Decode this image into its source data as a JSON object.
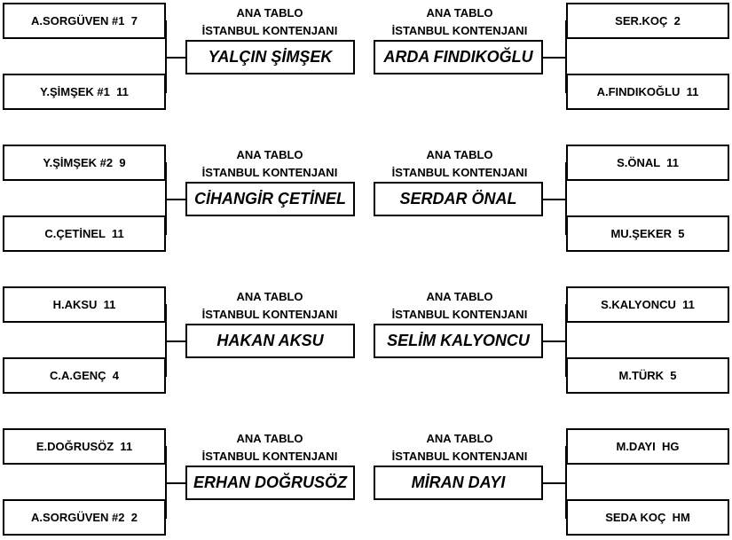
{
  "caption": {
    "line1": "ANA TABLO",
    "line2": "İSTANBUL KONTENJANI"
  },
  "left_matches": [
    {
      "top": "A.SORGÜVEN #1  7",
      "bottom": "Y.ŞİMŞEK #1  11",
      "winner": "YALÇIN ŞİMŞEK"
    },
    {
      "top": "Y.ŞİMŞEK #2  9",
      "bottom": "C.ÇETİNEL  11",
      "winner": "CİHANGİR ÇETİNEL"
    },
    {
      "top": "H.AKSU  11",
      "bottom": "C.A.GENÇ  4",
      "winner": "HAKAN AKSU"
    },
    {
      "top": "E.DOĞRUSÖZ  11",
      "bottom": "A.SORGÜVEN #2  2",
      "winner": "ERHAN DOĞRUSÖZ"
    }
  ],
  "right_matches": [
    {
      "top": "SER.KOÇ  2",
      "bottom": "A.FINDIKOĞLU  11",
      "winner": "ARDA FINDIKOĞLU"
    },
    {
      "top": "S.ÖNAL  11",
      "bottom": "MU.ŞEKER  5",
      "winner": "SERDAR ÖNAL"
    },
    {
      "top": "S.KALYONCU  11",
      "bottom": "M.TÜRK  5",
      "winner": "SELİM KALYONCU"
    },
    {
      "top": "M.DAYI  HG",
      "bottom": "SEDA KOÇ  HM",
      "winner": "MİRAN DAYI"
    }
  ]
}
